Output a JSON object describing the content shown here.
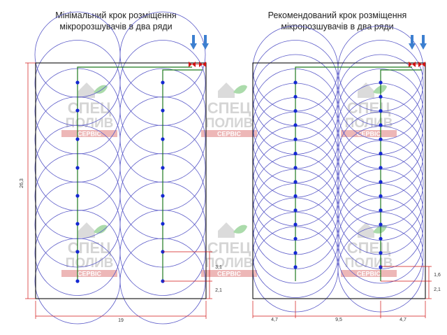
{
  "left": {
    "title_line1": "Мінімальний крок розміщення",
    "title_line2": "мікророзшувачів в два ряди",
    "width_label": "19",
    "height_label": "26,3",
    "gap_label": "3,1",
    "end_label": "2,1"
  },
  "right": {
    "title_line1": "Рекомендований крок розміщення",
    "title_line2": "мікророзшувачів в два ряди",
    "seg1_label": "4,7",
    "seg2_label": "9,5",
    "seg3_label": "4,7",
    "gap_label": "1,6",
    "end_label": "2,1"
  },
  "watermark": {
    "line1": "СПЕЦ",
    "line2": "ПОЛИВ",
    "line3": "СЕРВІС"
  },
  "colors": {
    "circle": "#5a5ac8",
    "pipe": "#1e7a1e",
    "sprinkler": "#1428d2",
    "dimension": "#d21414",
    "arrow": "#3c7fd0",
    "frame": "#222222"
  }
}
